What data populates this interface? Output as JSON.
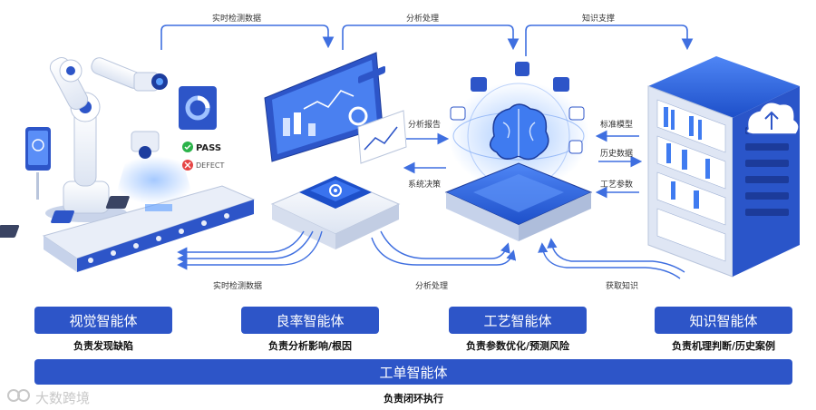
{
  "flows": {
    "top_left": "实时检测数据",
    "top_mid": "分析处理",
    "top_right": "知识支撑",
    "mid_report": "分析报告",
    "mid_decision": "系统决策",
    "right_std": "标准模型",
    "right_hist": "历史数据",
    "right_proc": "工艺参数",
    "bottom_left": "实时检测数据",
    "bottom_mid": "分析处理",
    "bottom_right": "获取知识"
  },
  "badges": {
    "pass": "PASS",
    "defect": "DEFECT"
  },
  "agents": [
    {
      "name": "视觉智能体",
      "desc": "负责发现缺陷"
    },
    {
      "name": "良率智能体",
      "desc": "负责分析影响/根因"
    },
    {
      "name": "工艺智能体",
      "desc": "负责参数优化/预测风险"
    },
    {
      "name": "知识智能体",
      "desc": "负责机理判断/历史案例"
    }
  ],
  "main_agent": {
    "name": "工单智能体",
    "desc": "负责闭环执行"
  },
  "watermark": "大数跨境",
  "colors": {
    "primary": "#2d55c8",
    "accent": "#3f7bf0",
    "dark": "#1c2f7a",
    "text": "#333333"
  }
}
